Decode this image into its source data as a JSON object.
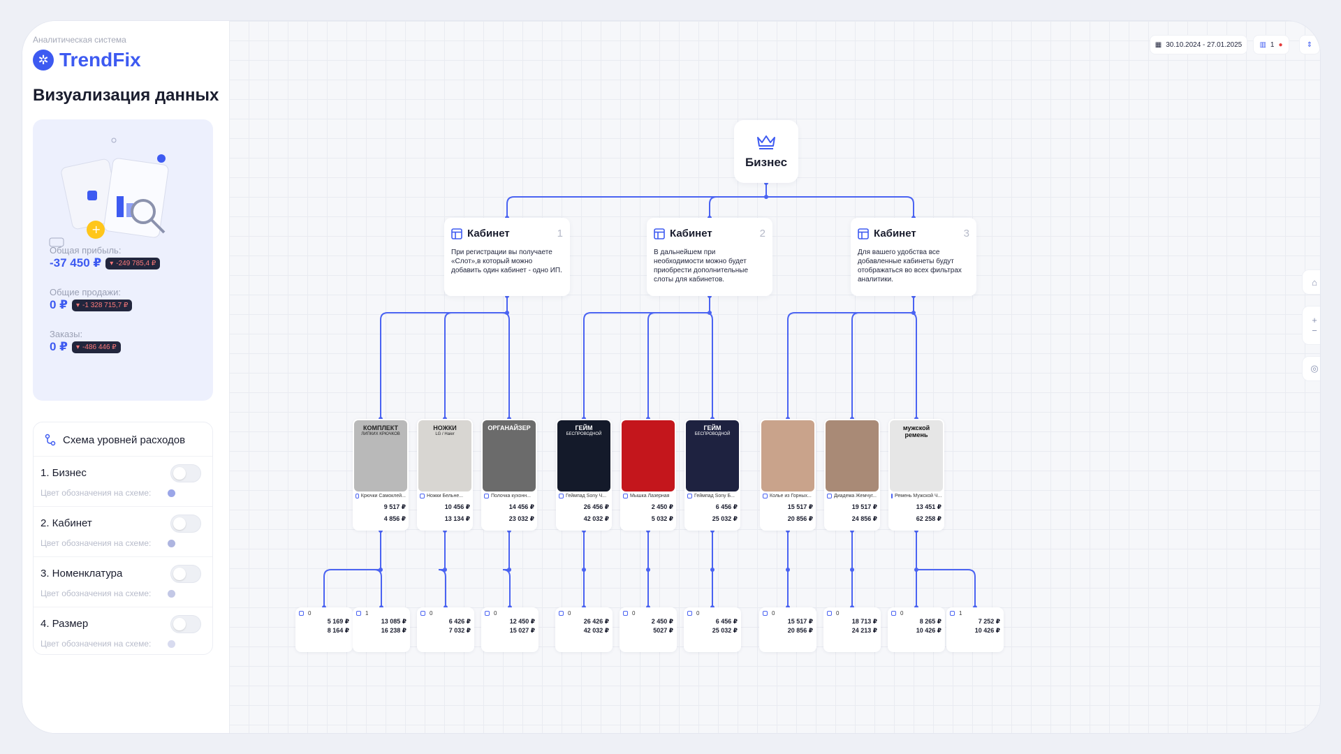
{
  "app": {
    "subtitle": "Аналитическая система",
    "logo": "TrendFix",
    "page_title": "Визуализация данных"
  },
  "stats": [
    {
      "label": "Общая прибыль:",
      "value": "-37 450 ₽",
      "delta": "-249 785,4 ₽"
    },
    {
      "label": "Общие продажи:",
      "value": "0 ₽",
      "delta": "-1 328 715,7 ₽"
    },
    {
      "label": "Заказы:",
      "value": "0 ₽",
      "delta": "-486 446 ₽"
    }
  ],
  "scheme": {
    "title": "Схема уровней расходов",
    "items": [
      {
        "label": "1. Бизнес",
        "sub": "Цвет обозначения на схеме:"
      },
      {
        "label": "2. Кабинет",
        "sub": "Цвет обозначения на схеме:"
      },
      {
        "label": "3. Номенклатура",
        "sub": "Цвет обозначения на схеме:"
      },
      {
        "label": "4. Размер",
        "sub": "Цвет обозначения на схеме:"
      }
    ]
  },
  "toolbar": {
    "date_range": "30.10.2024 - 27.01.2025",
    "count": "1"
  },
  "tree": {
    "root": "Бизнес",
    "cabinets": [
      {
        "title": "Кабинет",
        "num": "1",
        "text": "При регистрации вы получаете «Слот»,в который можно добавить один кабинет - одно ИП."
      },
      {
        "title": "Кабинет",
        "num": "2",
        "text": "В дальнейшем при необходимости можно будет приобрести дополнительные слоты для кабинетов."
      },
      {
        "title": "Кабинет",
        "num": "3",
        "text": "Для вашего удобства все добавленные кабинеты будут отображаться во всех фильтрах аналитики."
      }
    ],
    "products": [
      {
        "name": "Крючки Самоклей...",
        "img_text": "КОМПЛЕКТ",
        "img_sub": "ЛИПКИХ КРЮЧКОВ",
        "v1": "9 517 ₽",
        "v2": "4 856 ₽",
        "bg": "#b9b9b9",
        "fg": "#222"
      },
      {
        "name": "Ножки Бельне...",
        "img_text": "НОЖКИ",
        "img_sub": "LG / Haier",
        "v1": "10 456 ₽",
        "v2": "13 134 ₽",
        "bg": "#d8d6d2",
        "fg": "#222"
      },
      {
        "name": "Полочка кухонн...",
        "img_text": "ОРГАНАЙЗЕР",
        "img_sub": "",
        "v1": "14 456 ₽",
        "v2": "23 032 ₽",
        "bg": "#6b6b6b",
        "fg": "#fff"
      },
      {
        "name": "Геймпад Sony Ч...",
        "img_text": "ГЕЙМ",
        "img_sub": "БЕСПРОВОДНОЙ",
        "v1": "26 456 ₽",
        "v2": "42 032 ₽",
        "bg": "#141a2a",
        "fg": "#fff"
      },
      {
        "name": "Мышка Лазерная",
        "img_text": "",
        "img_sub": "",
        "v1": "2 450 ₽",
        "v2": "5 032 ₽",
        "bg": "#c4161c",
        "fg": "#fff"
      },
      {
        "name": "Геймпад Sony Б...",
        "img_text": "ГЕЙМ",
        "img_sub": "БЕСПРОВОДНОЙ",
        "v1": "6 456 ₽",
        "v2": "25 032 ₽",
        "bg": "#1e2240",
        "fg": "#fff"
      },
      {
        "name": "Колье из Горных...",
        "img_text": "",
        "img_sub": "",
        "v1": "15 517 ₽",
        "v2": "20 856 ₽",
        "bg": "#c9a38b",
        "fg": "#fff"
      },
      {
        "name": "Диадема Жемчуг...",
        "img_text": "",
        "img_sub": "",
        "v1": "19 517 ₽",
        "v2": "24 856 ₽",
        "bg": "#a98a76",
        "fg": "#fff"
      },
      {
        "name": "Ремень Мужской Ч...",
        "img_text": "мужской ремень",
        "img_sub": "",
        "v1": "13 451 ₽",
        "v2": "62 258 ₽",
        "bg": "#e6e6e6",
        "fg": "#111"
      }
    ],
    "leaves": [
      {
        "n": "0",
        "v1": "5 169 ₽",
        "v2": "8 164 ₽"
      },
      {
        "n": "1",
        "v1": "13 085 ₽",
        "v2": "16 238 ₽"
      },
      {
        "n": "0",
        "v1": "6 426 ₽",
        "v2": "7 032 ₽"
      },
      {
        "n": "0",
        "v1": "12 450 ₽",
        "v2": "15 027 ₽"
      },
      {
        "n": "0",
        "v1": "26 426 ₽",
        "v2": "42 032 ₽"
      },
      {
        "n": "0",
        "v1": "2 450 ₽",
        "v2": "5027 ₽"
      },
      {
        "n": "0",
        "v1": "6 456 ₽",
        "v2": "25 032 ₽"
      },
      {
        "n": "0",
        "v1": "15 517 ₽",
        "v2": "20 856 ₽"
      },
      {
        "n": "0",
        "v1": "18 713 ₽",
        "v2": "24 213 ₽"
      },
      {
        "n": "0",
        "v1": "8 265 ₽",
        "v2": "10 426 ₽"
      },
      {
        "n": "1",
        "v1": "7 252 ₽",
        "v2": "10 426 ₽"
      }
    ]
  },
  "colors": {
    "accent": "#3d5af1",
    "line": "#4a63f2"
  }
}
